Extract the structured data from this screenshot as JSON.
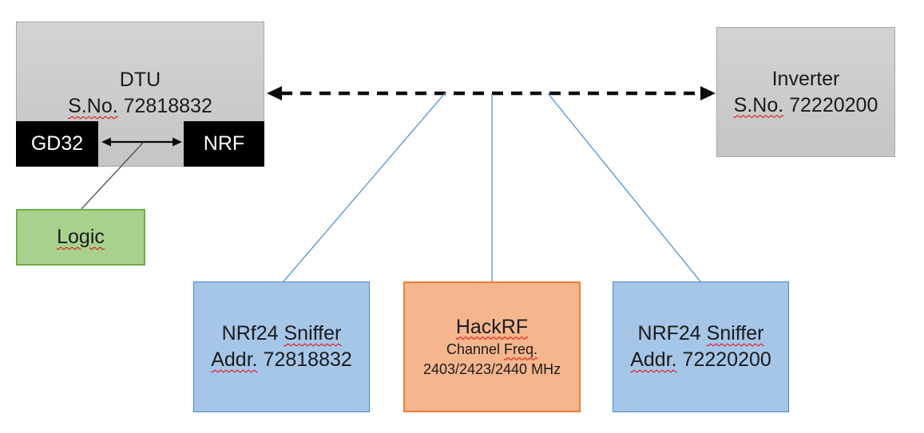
{
  "dtu": {
    "title": "DTU",
    "serial_label": "S.No.",
    "serial_number": "72818832",
    "gd32_label": "GD32",
    "nrf_label": "NRF"
  },
  "logic": {
    "label": "Logic"
  },
  "inverter": {
    "title": "Inverter",
    "serial_label": "S.No.",
    "serial_number": "72220200"
  },
  "sniffer_left": {
    "name_prefix": "NRf24",
    "name_word": "Sniffer",
    "addr_label": "Addr.",
    "addr_value": "72818832"
  },
  "hackrf": {
    "title": "HackRF",
    "channel_prefix": "Channel",
    "channel_word": "Freq.",
    "frequencies": "2403/2423/2440 MHz"
  },
  "sniffer_right": {
    "name_prefix": "NRF24",
    "name_word": "Sniffer",
    "addr_label": "Addr.",
    "addr_value": "72220200"
  },
  "colors": {
    "gray_fill": "#CCCCCC",
    "gray_border": "#A6A6A6",
    "black_chip": "#000000",
    "green_fill": "#A9D18E",
    "green_border": "#70AD47",
    "blue_fill": "#A6C6E8",
    "blue_border": "#4489C8",
    "orange_fill": "#F5B68D",
    "orange_border": "#ED7D31",
    "connector_blue": "#5B9BD5",
    "arrow_black": "#0A0A0A",
    "spellcheck_red": "#E60000"
  }
}
